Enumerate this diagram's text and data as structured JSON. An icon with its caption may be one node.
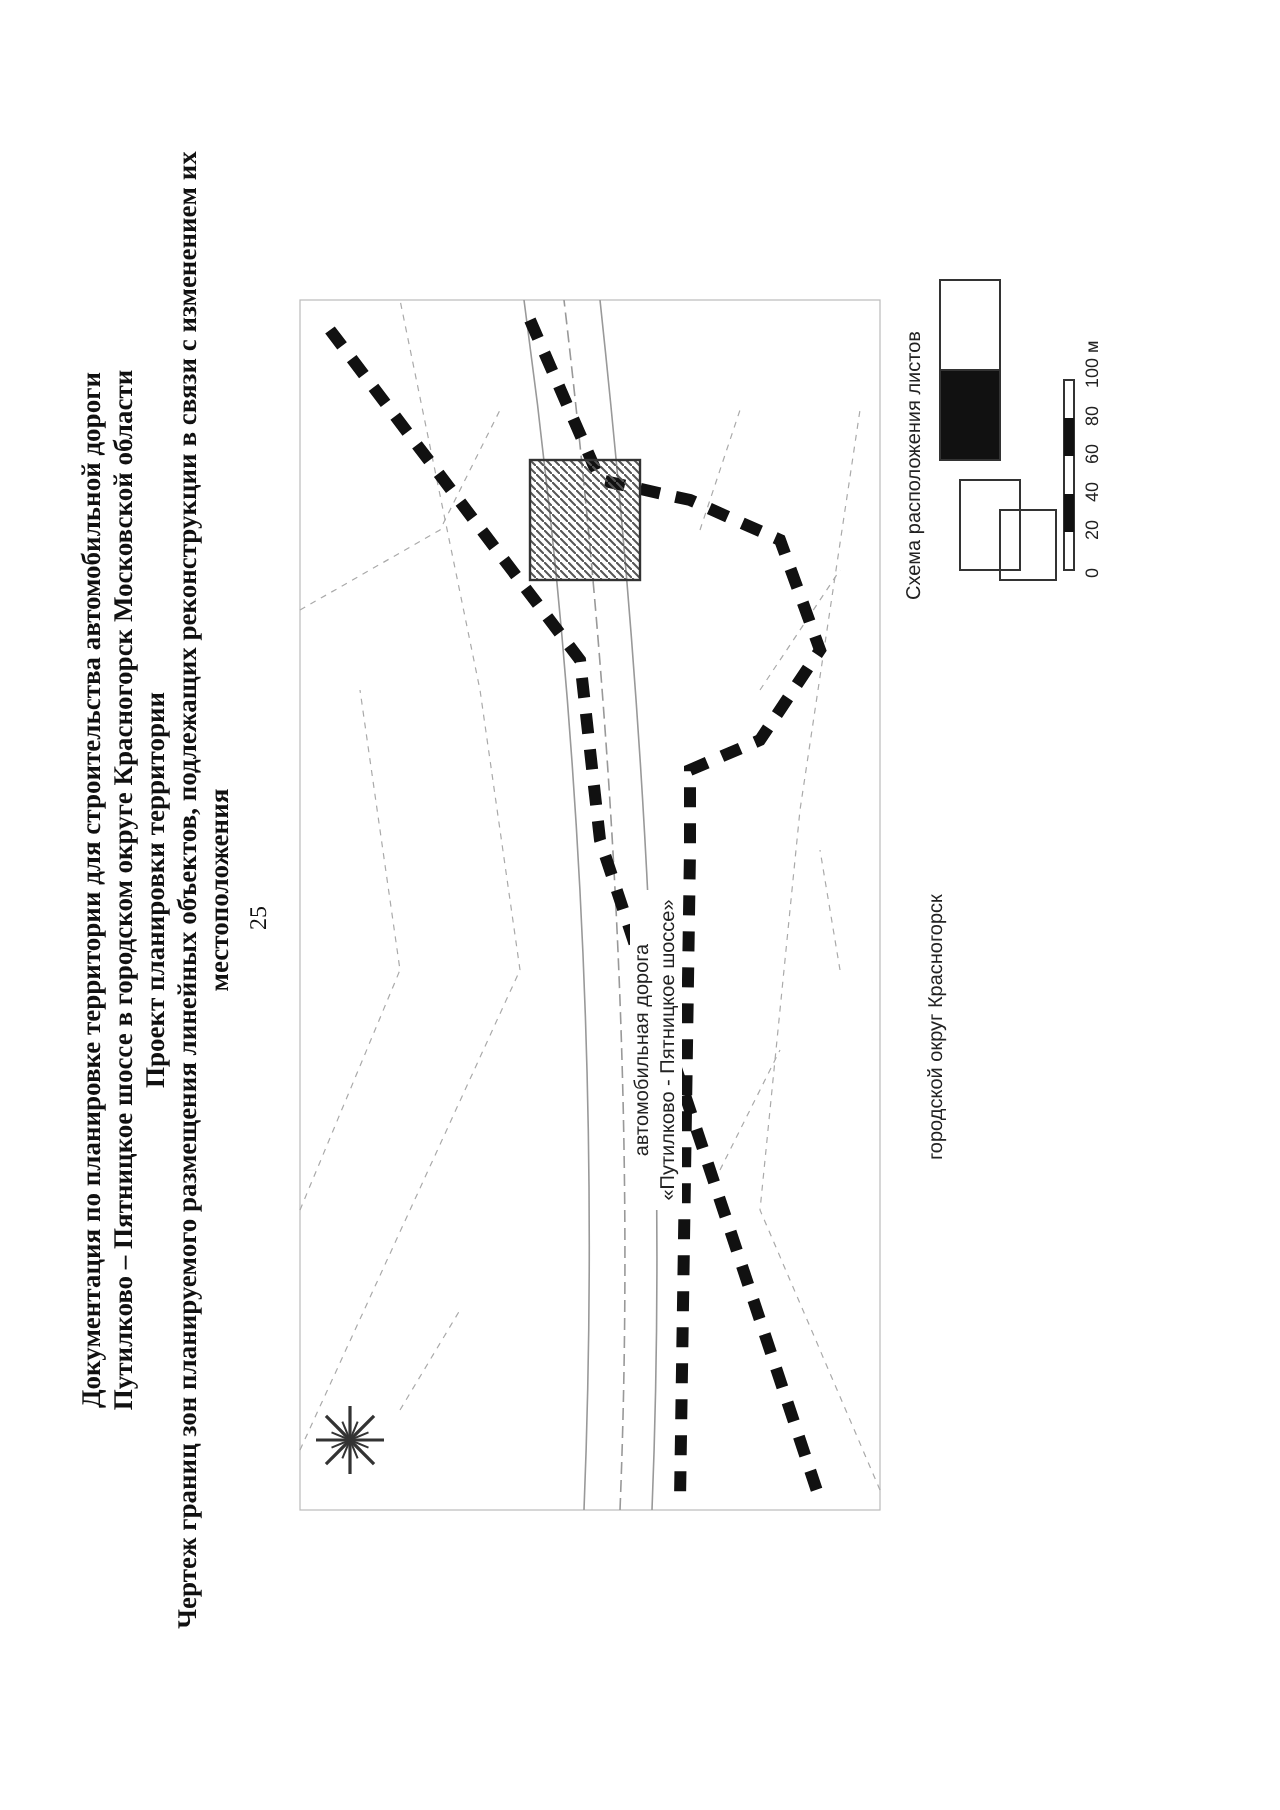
{
  "diagram": {
    "title": "Документация по планировке территории для строительства автомобильной дороги Путилково – Пятницкое шоссе в городском округе Красногорск Московской области",
    "labels": [
      "25",
      "Проект планировки территории",
      "Чертеж границ зон планируемого размещения линейных объектов, подлежащих реконструкции в связи с изменением их местоположения",
      "автомобильная дорога «Путилково - Пятницкое шоссе»",
      "городской округ Красногорск",
      "Схема расположения листов",
      "0",
      "20",
      "40",
      "60",
      "80",
      "100 м"
    ]
  }
}
